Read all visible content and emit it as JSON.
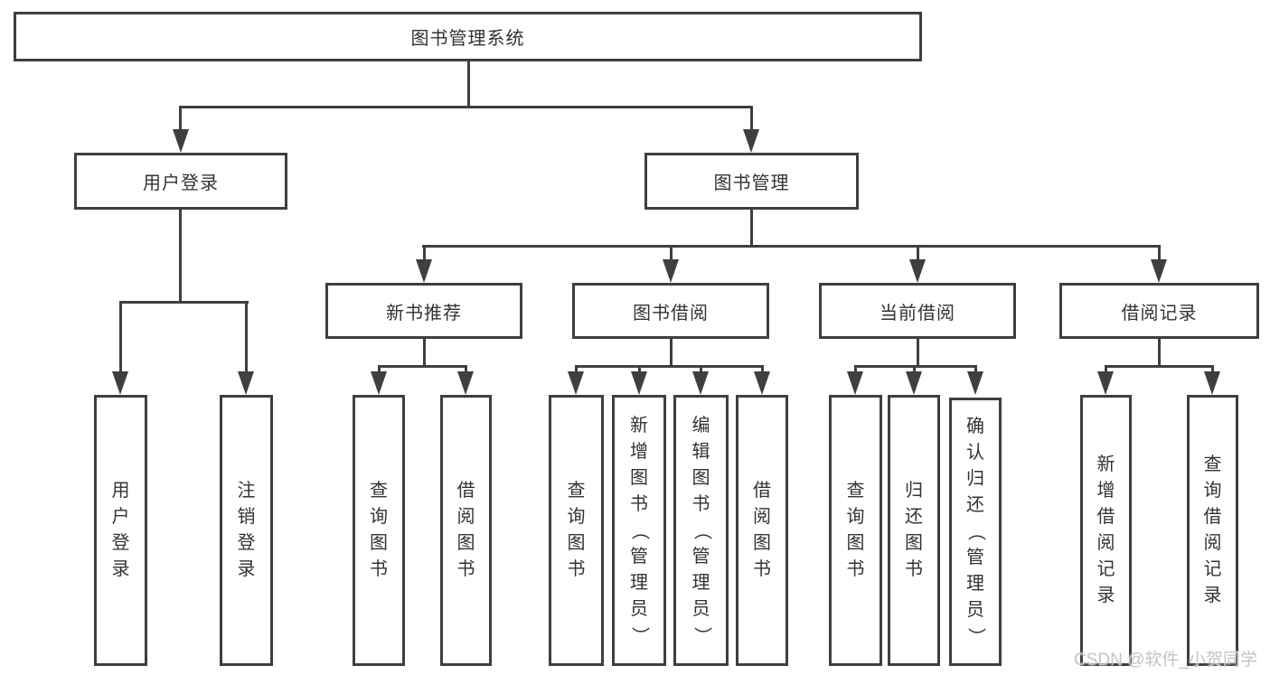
{
  "tree": {
    "root": {
      "label": "图书管理系统"
    },
    "branches": [
      {
        "label": "用户登录",
        "children": [
          {
            "label": "用户登录"
          },
          {
            "label": "注销登录"
          }
        ]
      },
      {
        "label": "图书管理",
        "children": [
          {
            "label": "新书推荐",
            "children": [
              {
                "label": "查询图书"
              },
              {
                "label": "借阅图书"
              }
            ]
          },
          {
            "label": "图书借阅",
            "children": [
              {
                "label": "查询图书"
              },
              {
                "label": "新增图书（管理员）"
              },
              {
                "label": "编辑图书（管理员）"
              },
              {
                "label": "借阅图书"
              }
            ]
          },
          {
            "label": "当前借阅",
            "children": [
              {
                "label": "查询图书"
              },
              {
                "label": "归还图书"
              },
              {
                "label": "确认归还（管理员）"
              }
            ]
          },
          {
            "label": "借阅记录",
            "children": [
              {
                "label": "新增借阅记录"
              },
              {
                "label": "查询借阅记录"
              }
            ]
          }
        ]
      }
    ]
  },
  "watermark": {
    "text": "CSDN @软件_小贺同学"
  },
  "colors": {
    "line": "#3f3f3f",
    "text": "#333333",
    "watermark": "#c3c3c3",
    "background": "#ffffff"
  }
}
